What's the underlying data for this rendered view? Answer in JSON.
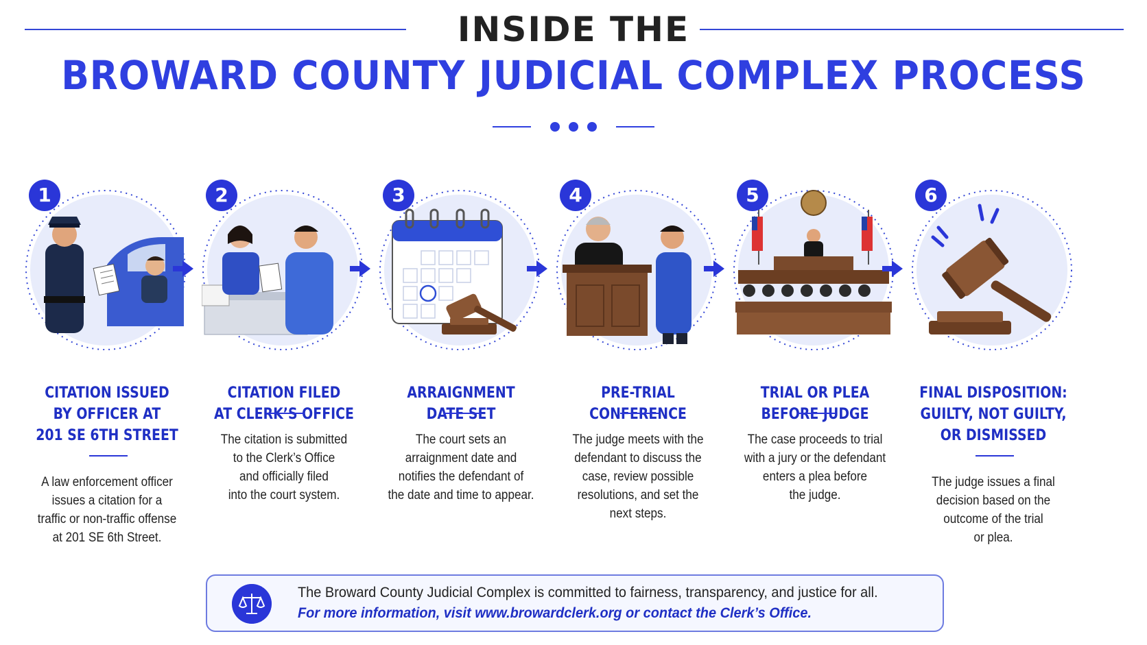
{
  "header": {
    "title_top": "INSIDE THE",
    "title_main": "BROWARD COUNTY JUDICIAL COMPLEX PROCESS"
  },
  "colors": {
    "accent": "#2f3fe0",
    "badge": "#2a36d8",
    "text": "#222222",
    "wood": "#7a4a2c"
  },
  "steps": [
    {
      "number": "1",
      "icon": "officer-issuing-citation-icon",
      "heading": "CITATION ISSUED\nBY OFFICER AT\n201 SE 6TH STREET",
      "description": "A law enforcement officer\nissues a citation for a\ntraffic or non-traffic offense\nat 201 SE 6th Street."
    },
    {
      "number": "2",
      "icon": "clerk-office-filing-icon",
      "heading": "CITATION FILED\nAT CLERK’S OFFICE",
      "description": "The citation is submitted\nto the Clerk’s Office\nand officially filed\ninto the court system."
    },
    {
      "number": "3",
      "icon": "calendar-gavel-icon",
      "heading": "ARRAIGNMENT\nDATE SET",
      "description": "The court sets an\narraignment date and\nnotifies the defendant of\nthe date and time to appear."
    },
    {
      "number": "4",
      "icon": "judge-conference-icon",
      "heading": "PRE-TRIAL\nCONFERENCE",
      "description": "The judge meets with the\ndefendant to discuss the\ncase, review possible\nresolutions, and set the\nnext steps."
    },
    {
      "number": "5",
      "icon": "courtroom-trial-icon",
      "heading": "TRIAL OR PLEA\nBEFORE JUDGE",
      "description": "The case proceeds to trial\nwith a jury or the defendant\nenters a plea before\nthe judge."
    },
    {
      "number": "6",
      "icon": "gavel-strike-icon",
      "heading": "FINAL DISPOSITION:\nGUILTY, NOT GUILTY,\nOR DISMISSED",
      "description": "The judge issues a final\ndecision based on the\noutcome of the trial\nor plea."
    }
  ],
  "footer": {
    "icon": "scales-of-justice-icon",
    "line1": "The Broward County Judicial Complex is committed to fairness, transparency, and justice for all.",
    "line2": "For more information, visit www.browardclerk.org or contact the Clerk’s Office."
  }
}
